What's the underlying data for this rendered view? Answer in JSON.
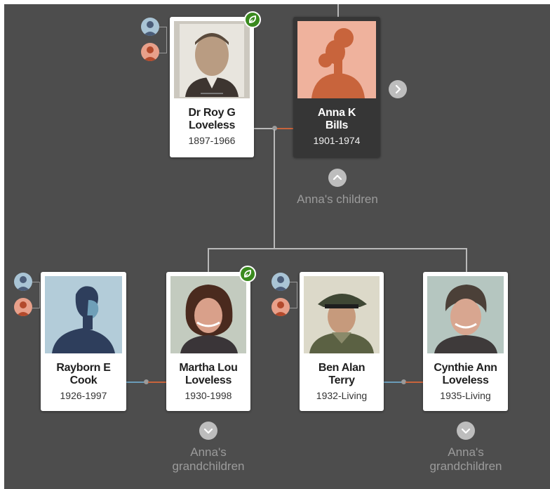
{
  "colors": {
    "background": "#4d4d4d",
    "card": "#ffffff",
    "selected_card": "#363636",
    "hint_badge": "#3a8a1e",
    "male_line": "#6b9cb8",
    "female_line": "#c8643c"
  },
  "people": {
    "roy": {
      "name": "Dr Roy G Loveless",
      "dates": "1897-1966",
      "photo": "photo-portrait",
      "hint": true
    },
    "anna": {
      "name": "Anna K Bills",
      "dates": "1901-1974",
      "photo": "female-silhouette",
      "selected": true
    },
    "rayborn": {
      "name": "Rayborn E Cook",
      "dates": "1926-1997",
      "photo": "male-silhouette"
    },
    "martha": {
      "name": "Martha Lou Loveless",
      "dates": "1930-1998",
      "photo": "photo-portrait",
      "hint": true
    },
    "ben": {
      "name": "Ben Alan Terry",
      "dates": "1932-Living",
      "photo": "photo-portrait"
    },
    "cynthie": {
      "name": "Cynthie Ann Loveless",
      "dates": "1935-Living",
      "photo": "photo-portrait"
    }
  },
  "links": {
    "children_label": "Anna's children",
    "grandchildren_label_1": "Anna's grandchildren",
    "grandchildren_label_2": "Anna's grandchildren"
  },
  "icons": {
    "hint": "leaf-hint-icon",
    "collapse": "chevron-up-icon",
    "expand": "chevron-down-icon",
    "next": "chevron-right-icon",
    "parents": "parents-icon"
  }
}
